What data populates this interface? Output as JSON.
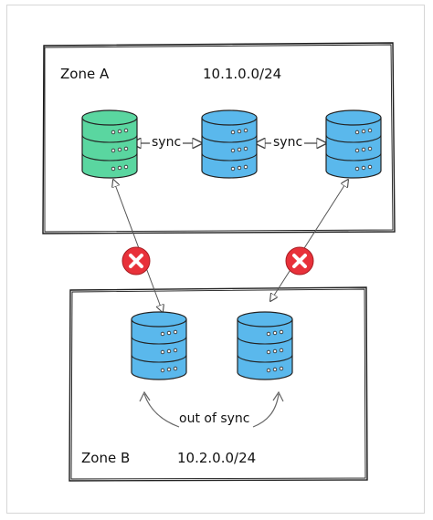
{
  "zones": [
    {
      "id": "a",
      "name": "Zone A",
      "cidr": "10.1.0.0/24"
    },
    {
      "id": "b",
      "name": "Zone B",
      "cidr": "10.2.0.0/24"
    }
  ],
  "links": {
    "sync_left": "sync",
    "sync_right": "sync",
    "out_of_sync": "out of sync"
  },
  "colors": {
    "primary_db": "#5ad6a0",
    "replica_db": "#5ab8ec",
    "blocked": "#e8313a",
    "outline": "#222222"
  },
  "icons": {
    "database": "database-icon",
    "blocked": "blocked-x-icon"
  }
}
